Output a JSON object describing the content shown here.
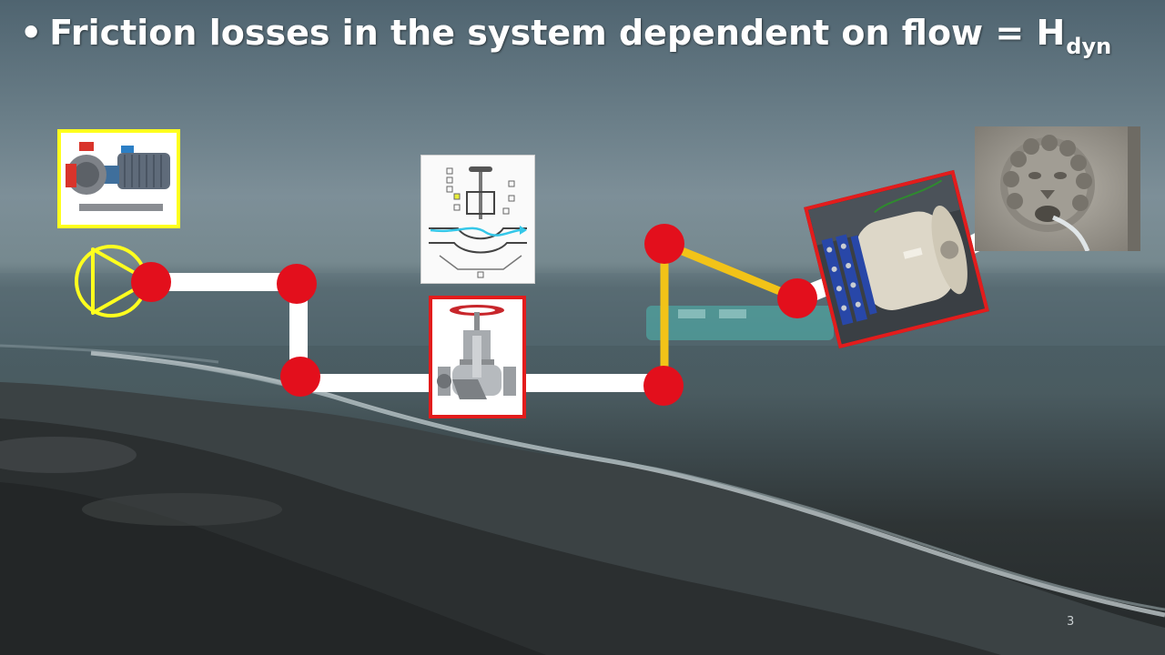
{
  "slide": {
    "bullet": "•",
    "title_main": "Friction losses in the system dependent on flow = H",
    "title_sub": "dyn",
    "slide_number": "3"
  },
  "colors": {
    "pipe": "#ffffff",
    "node": "#e30f1c",
    "pump_symbol": "#ffff1e",
    "bypass_pipe": "#f2c318",
    "highlight_red": "#e31c1c"
  },
  "icons": {
    "pump_symbol": "pump-symbol-icon",
    "pump_photo": "centrifugal-pump-photo",
    "valve_diagram": "valve-cross-section-diagram",
    "gate_valve": "gate-valve-photo",
    "flow_meter": "flow-meter-photo",
    "fountain": "lion-head-fountain-photo"
  }
}
